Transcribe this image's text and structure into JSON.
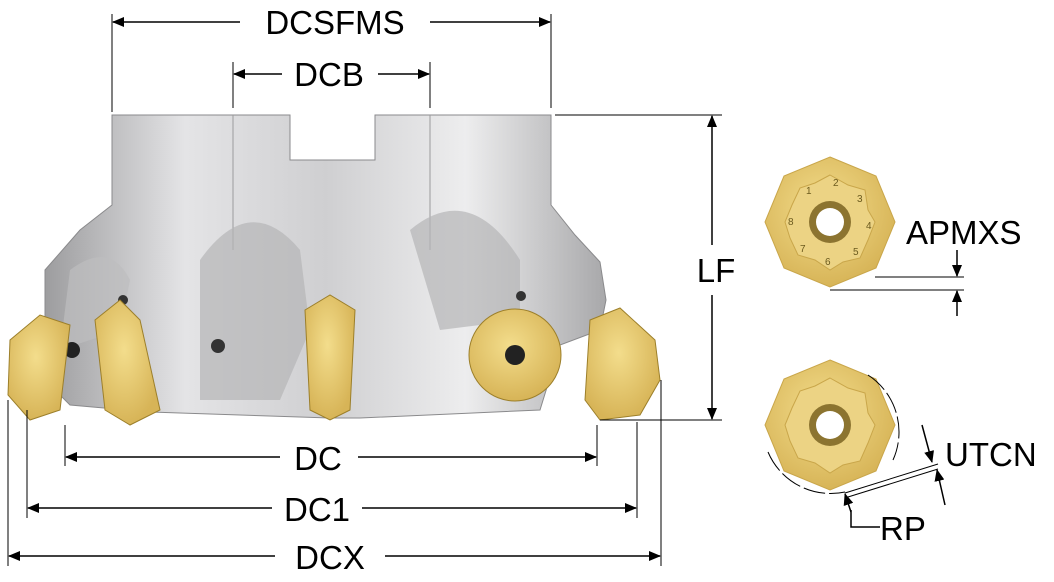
{
  "title": "Face milling cutter dimensions",
  "dimensions": {
    "dcsfms": "DCSFMS",
    "dcb": "DCB",
    "lf": "LF",
    "apmxs": "APMXS",
    "dc": "DC",
    "dc1": "DC1",
    "dcx": "DCX",
    "utcn": "UTCN",
    "rp": "RP"
  },
  "insert_edge_numbers": [
    "1",
    "2",
    "3",
    "4",
    "5",
    "6",
    "7",
    "8"
  ],
  "colors": {
    "body": "#c9c9cb",
    "insert": "#e2c46a",
    "insert_dark": "#b8993c",
    "line": "#000000"
  }
}
